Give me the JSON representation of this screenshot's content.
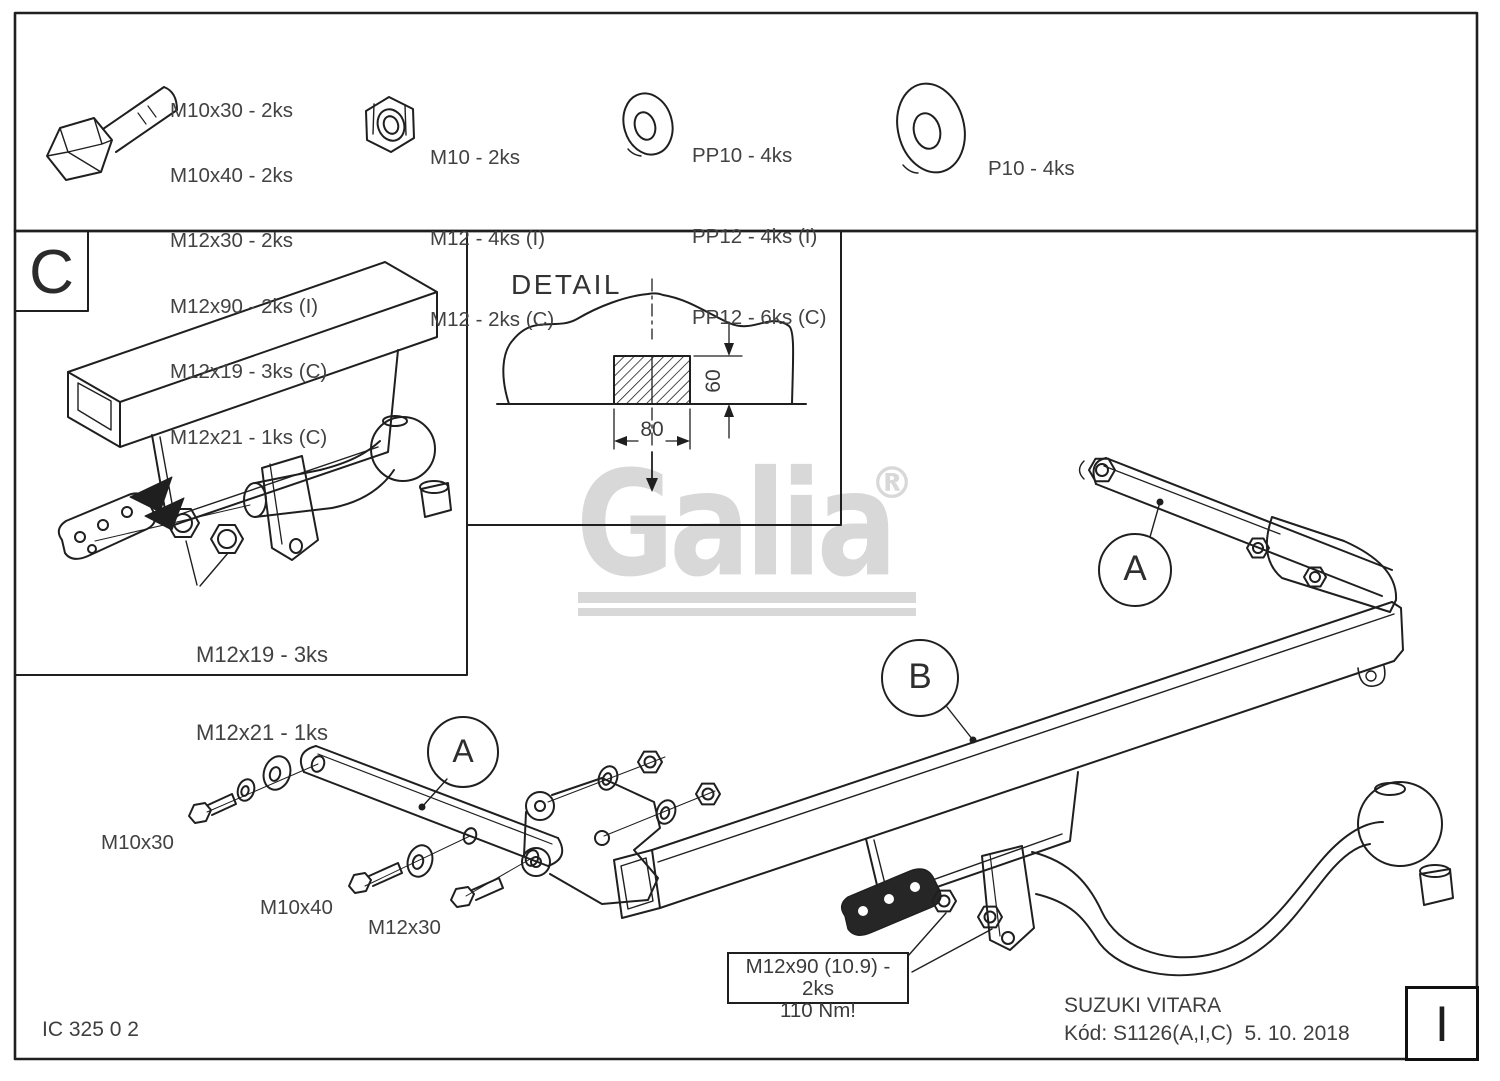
{
  "colors": {
    "line": "#1f1f1f",
    "label": "#424242",
    "watermark": "#d8d8d8"
  },
  "hardware_legend": {
    "bolt_icon": "hex-bolt-icon",
    "bolt_lines": [
      "M10x30 - 2ks",
      "M10x40 - 2ks",
      "M12x30 - 2ks",
      "M12x90 - 2ks (I)",
      "M12x19 - 3ks (C)",
      "M12x21 - 1ks (C)"
    ],
    "nut_icon": "hex-nut-icon",
    "nut_lines": [
      "M10 - 2ks",
      "M12 - 4ks (I)",
      "M12 - 2ks (C)"
    ],
    "small_washer_icon": "flat-washer-icon",
    "small_washer_lines": [
      "PP10 - 4ks",
      "PP12 - 4ks (I)",
      "PP12 - 6ks (C)"
    ],
    "large_washer_icon": "large-flat-washer-icon",
    "large_washer_lines": [
      "P10 - 4ks"
    ]
  },
  "section_c": {
    "label": "C",
    "fastener_note_lines": [
      "M12x19 - 3ks",
      "M12x21 - 1ks"
    ]
  },
  "detail_view": {
    "title": "DETAIL",
    "width_dim": "80",
    "height_dim": "60"
  },
  "main_view": {
    "callout_a_left": "A",
    "callout_b": "B",
    "callout_a_right": "A",
    "bolt_labels": [
      "M10x30",
      "M10x40",
      "M12x30"
    ],
    "torque_note_lines": [
      "M12x90 (10.9) - 2ks",
      "110 Nm!"
    ]
  },
  "watermark": {
    "brand": "Galia",
    "registered_mark": "®"
  },
  "title_block": {
    "drawing_number": "IC 325 0 2",
    "vehicle": "SUZUKI VITARA",
    "code_date": "Kód: S1126(A,I,C)  5. 10. 2018",
    "revision": "I"
  }
}
